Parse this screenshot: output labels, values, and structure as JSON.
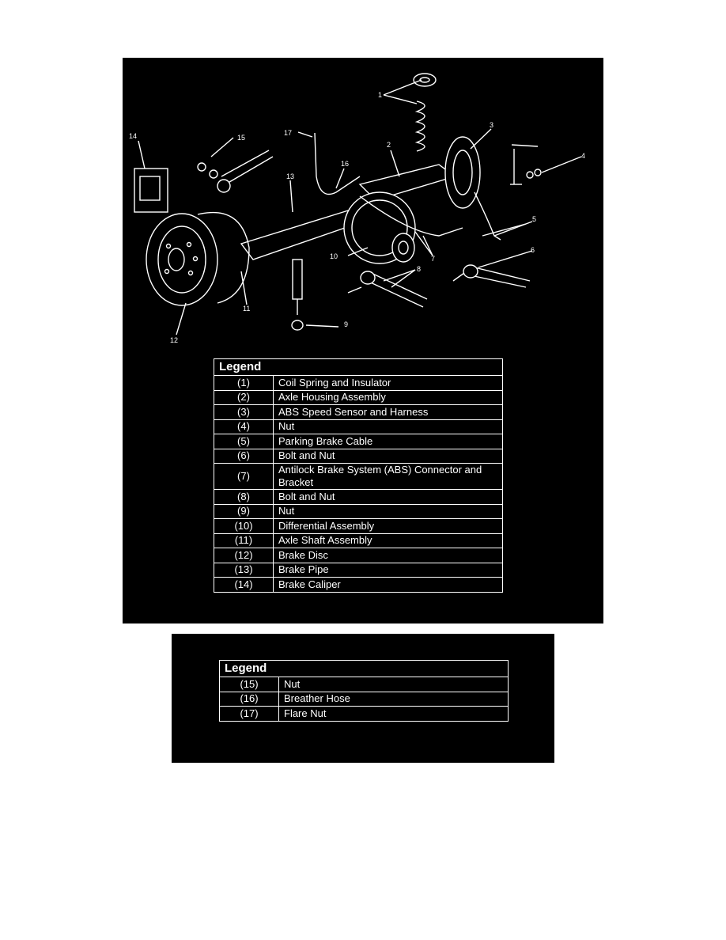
{
  "callouts": [
    "1",
    "2",
    "3",
    "4",
    "5",
    "6",
    "7",
    "8",
    "9",
    "10",
    "11",
    "12",
    "13",
    "14",
    "15",
    "16",
    "17"
  ],
  "legend_main": {
    "title": "Legend",
    "rows": [
      {
        "num": "(1)",
        "label": "Coil Spring and Insulator"
      },
      {
        "num": "(2)",
        "label": "Axle Housing Assembly"
      },
      {
        "num": "(3)",
        "label": "ABS Speed Sensor and Harness"
      },
      {
        "num": "(4)",
        "label": "Nut"
      },
      {
        "num": "(5)",
        "label": "Parking Brake Cable"
      },
      {
        "num": "(6)",
        "label": "Bolt and Nut"
      },
      {
        "num": "(7)",
        "label": "Antilock Brake System (ABS) Connector and Bracket"
      },
      {
        "num": "(8)",
        "label": "Bolt and Nut"
      },
      {
        "num": "(9)",
        "label": "Nut"
      },
      {
        "num": "(10)",
        "label": "Differential Assembly"
      },
      {
        "num": "(11)",
        "label": "Axle Shaft Assembly"
      },
      {
        "num": "(12)",
        "label": "Brake Disc"
      },
      {
        "num": "(13)",
        "label": "Brake Pipe"
      },
      {
        "num": "(14)",
        "label": "Brake Caliper"
      }
    ]
  },
  "legend_second": {
    "title": "Legend",
    "rows": [
      {
        "num": "(15)",
        "label": "Nut"
      },
      {
        "num": "(16)",
        "label": "Breather Hose"
      },
      {
        "num": "(17)",
        "label": "Flare Nut"
      }
    ]
  }
}
